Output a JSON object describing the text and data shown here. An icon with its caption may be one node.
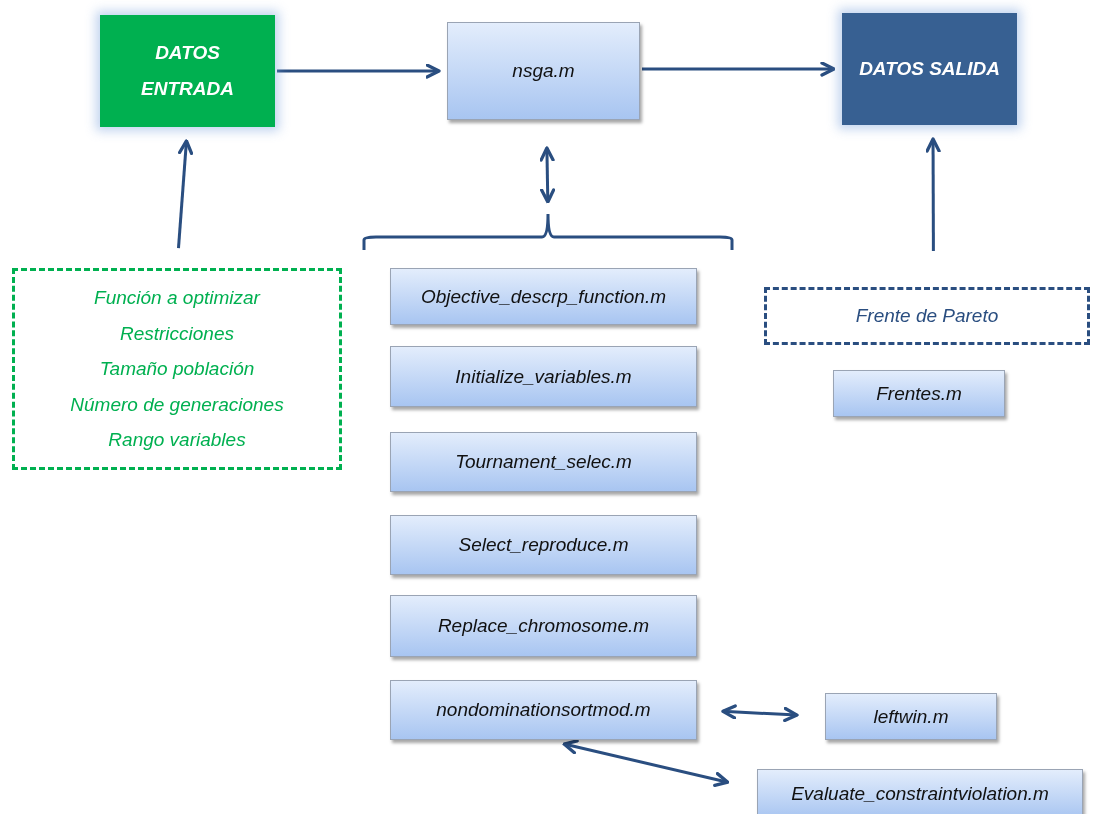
{
  "diagram": {
    "nodes": [
      {
        "text": [
          "DATOS ENTRADA"
        ]
      },
      {
        "text": [
          "nsga.m"
        ]
      },
      {
        "text": [
          "DATOS SALIDA"
        ]
      },
      {
        "text": [],
        "shape": "brace"
      },
      {
        "text": [
          "Función a optimizar",
          "Restricciones",
          "Tamaño población",
          "Número de generaciones",
          "Rango variables"
        ]
      },
      {
        "text": [
          "Objective_descrp_function.m"
        ]
      },
      {
        "text": [
          "Initialize_variables.m"
        ]
      },
      {
        "text": [
          "Tournament_selec.m"
        ]
      },
      {
        "text": [
          "Select_reproduce.m"
        ]
      },
      {
        "text": [
          "Replace_chromosome.m"
        ]
      },
      {
        "text": [
          "nondominationsortmod.m"
        ]
      },
      {
        "text": [
          "Frente de Pareto"
        ]
      },
      {
        "text": [
          "Frentes.m"
        ]
      },
      {
        "text": [
          "leftwin.m"
        ]
      },
      {
        "text": [
          "Evaluate_constraintviolation.m"
        ]
      }
    ],
    "edges": [
      {
        "from": 0,
        "to": 1,
        "arrow": "to"
      },
      {
        "from": 1,
        "to": 2,
        "arrow": "to"
      },
      {
        "from": 4,
        "to": 0,
        "arrow": "to"
      },
      {
        "from": 11,
        "to": 2,
        "arrow": "to"
      },
      {
        "from": 1,
        "to": 3,
        "arrow": "both"
      },
      {
        "from": 10,
        "to": 13,
        "arrow": "both"
      },
      {
        "from": 10,
        "to": 14,
        "arrow": "both"
      }
    ]
  }
}
